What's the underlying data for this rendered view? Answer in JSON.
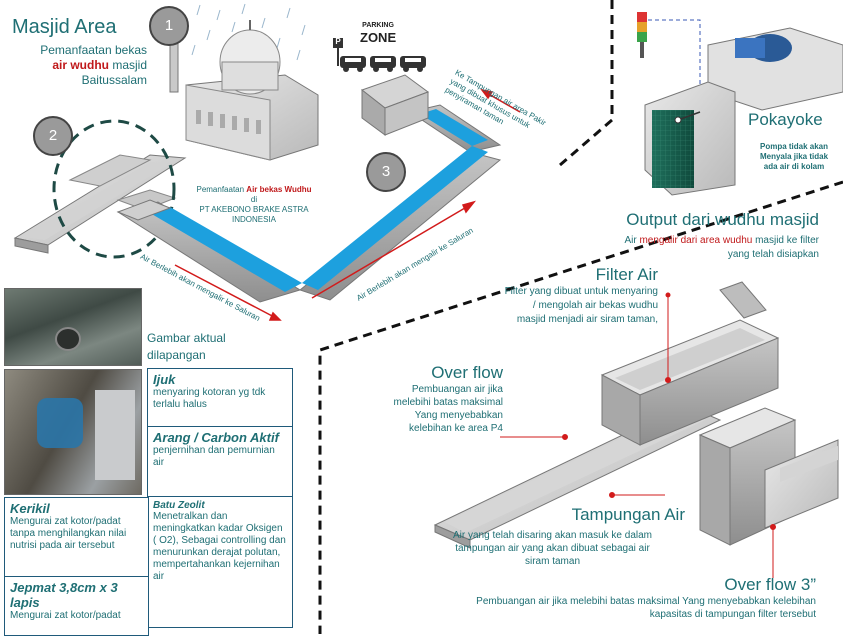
{
  "header": {
    "title": "Masjid Area",
    "subtitle_line1": "Pemanfaatan bekas",
    "subtitle_highlight": "air wudhu",
    "subtitle_tail": " masjid",
    "subtitle_line3": "Baitussalam"
  },
  "markers": [
    "1",
    "2",
    "3"
  ],
  "parking": {
    "line1": "PARKING",
    "line2": "ZONE",
    "sign": "P"
  },
  "center_caption": {
    "prefix": "Pemanfaatan ",
    "highlight": "Air bekas Wudhu",
    "line2": "di",
    "line3": "PT AKEBONO BRAKE ASTRA",
    "line4": "INDONESIA"
  },
  "arrows": {
    "top_right": "Ke Tampungan air area Pakir yang dibuat khusus untuk penyiraman taman",
    "middle": "Air Berlebih akan mengalir ke Saluran",
    "left": "Air Berlebih akan mengalir ke Saluran"
  },
  "pokayoke": {
    "title": "Pokayoke",
    "desc_line1": "Pompa tidak akan",
    "desc_line2": "Menyala jika tidak",
    "desc_line3": "ada air di kolam"
  },
  "photo_caption": {
    "line1": "Gambar aktual",
    "line2": "dilapangan"
  },
  "filters": [
    {
      "title": "Ijuk",
      "desc": "menyaring kotoran yg tdk terlalu halus"
    },
    {
      "title": "Arang / Carbon Aktif",
      "desc": "penjernihan dan pemurnian air"
    },
    {
      "title": "Batu Zeolit",
      "desc": "Menetralkan dan meningkatkan kadar Oksigen ( O2), Sebagai controlling dan menurunkan derajat polutan, mempertahankan kejernihan air"
    },
    {
      "title": "Kerikil",
      "desc": "Mengurai zat kotor/padat tanpa menghilangkan nilai nutrisi pada air tersebut"
    },
    {
      "title": "Jepmat 3,8cm x 3 lapis",
      "desc": "Mengurai zat kotor/padat"
    }
  ],
  "output": {
    "title": "Output dari wudhu masjid",
    "desc_prefix": "Air ",
    "desc_highlight": "mengalir dari area wudhu",
    "desc_tail": " masjid ke filter",
    "desc_line2": "yang telah disiapkan"
  },
  "filter_air": {
    "title": "Filter Air",
    "line1": "Filter yang dibuat untuk menyaring",
    "line2": "/ mengolah air bekas wudhu",
    "line3": "masjid menjadi air siram taman,"
  },
  "overflow": {
    "title": "Over flow",
    "line1": "Pembuangan air jika",
    "line2": "melebihi batas maksimal",
    "line3": "Yang menyebabkan",
    "line4": "kelebihan ke area P4"
  },
  "tampungan": {
    "title": "Tampungan Air",
    "line1": "Air yang telah disaring akan masuk ke dalam",
    "line2": "tampungan air yang akan dibuat sebagai air",
    "line3": "siram taman"
  },
  "overflow3": {
    "title": "Over flow 3”",
    "line1": "Pembuangan air jika melebihi batas maksimal Yang menyebabkan kelebihan",
    "line2": "kapasitas di tampungan filter tersebut"
  }
}
